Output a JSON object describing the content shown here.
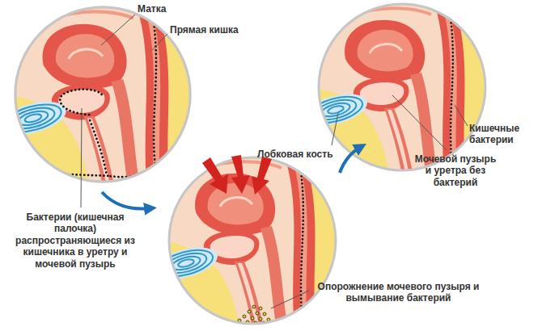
{
  "diagram": {
    "labels": [
      "Матка",
      "Прямая кишка",
      "Бактерии (кишечная палочка) распространяющиеся из кишечника в уретру и мочевой пузырь",
      "Лобковая кость",
      "Опорожнение мочевого пузыря и вымывание бактерий",
      "Кишечные бактерии",
      "Мочевой пузырь и уретра без бактерий"
    ]
  }
}
